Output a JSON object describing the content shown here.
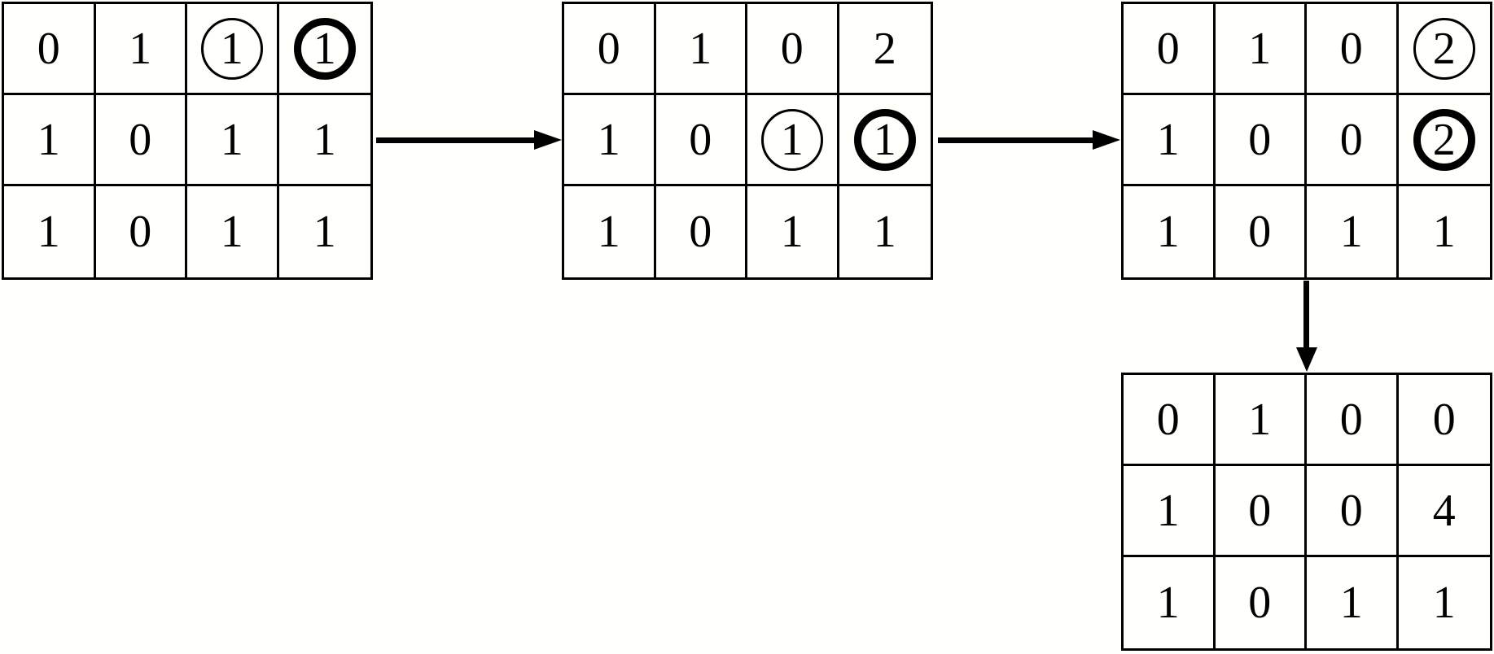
{
  "colors": {
    "background": "#fffffc",
    "line": "#000000",
    "text": "#000000"
  },
  "grids": {
    "step1": {
      "name": "matrix-step-1",
      "cells": [
        {
          "v": "0"
        },
        {
          "v": "1"
        },
        {
          "v": "1",
          "mark": "thin"
        },
        {
          "v": "1",
          "mark": "bold"
        },
        {
          "v": "1"
        },
        {
          "v": "0"
        },
        {
          "v": "1"
        },
        {
          "v": "1"
        },
        {
          "v": "1"
        },
        {
          "v": "0"
        },
        {
          "v": "1"
        },
        {
          "v": "1"
        }
      ]
    },
    "step2": {
      "name": "matrix-step-2",
      "cells": [
        {
          "v": "0"
        },
        {
          "v": "1"
        },
        {
          "v": "0"
        },
        {
          "v": "2"
        },
        {
          "v": "1"
        },
        {
          "v": "0"
        },
        {
          "v": "1",
          "mark": "thin"
        },
        {
          "v": "1",
          "mark": "bold"
        },
        {
          "v": "1"
        },
        {
          "v": "0"
        },
        {
          "v": "1"
        },
        {
          "v": "1"
        }
      ]
    },
    "step3": {
      "name": "matrix-step-3",
      "cells": [
        {
          "v": "0"
        },
        {
          "v": "1"
        },
        {
          "v": "0"
        },
        {
          "v": "2",
          "mark": "thin"
        },
        {
          "v": "1"
        },
        {
          "v": "0"
        },
        {
          "v": "0"
        },
        {
          "v": "2",
          "mark": "bold"
        },
        {
          "v": "1"
        },
        {
          "v": "0"
        },
        {
          "v": "1"
        },
        {
          "v": "1"
        }
      ]
    },
    "step4": {
      "name": "matrix-step-4",
      "cells": [
        {
          "v": "0"
        },
        {
          "v": "1"
        },
        {
          "v": "0"
        },
        {
          "v": "0"
        },
        {
          "v": "1"
        },
        {
          "v": "0"
        },
        {
          "v": "0"
        },
        {
          "v": "4"
        },
        {
          "v": "1"
        },
        {
          "v": "0"
        },
        {
          "v": "1"
        },
        {
          "v": "1"
        }
      ]
    }
  },
  "arrows": [
    {
      "name": "arrow-1",
      "direction": "right",
      "from": "step1",
      "to": "step2"
    },
    {
      "name": "arrow-2",
      "direction": "right",
      "from": "step2",
      "to": "step3"
    },
    {
      "name": "arrow-3",
      "direction": "down",
      "from": "step3",
      "to": "step4"
    }
  ]
}
